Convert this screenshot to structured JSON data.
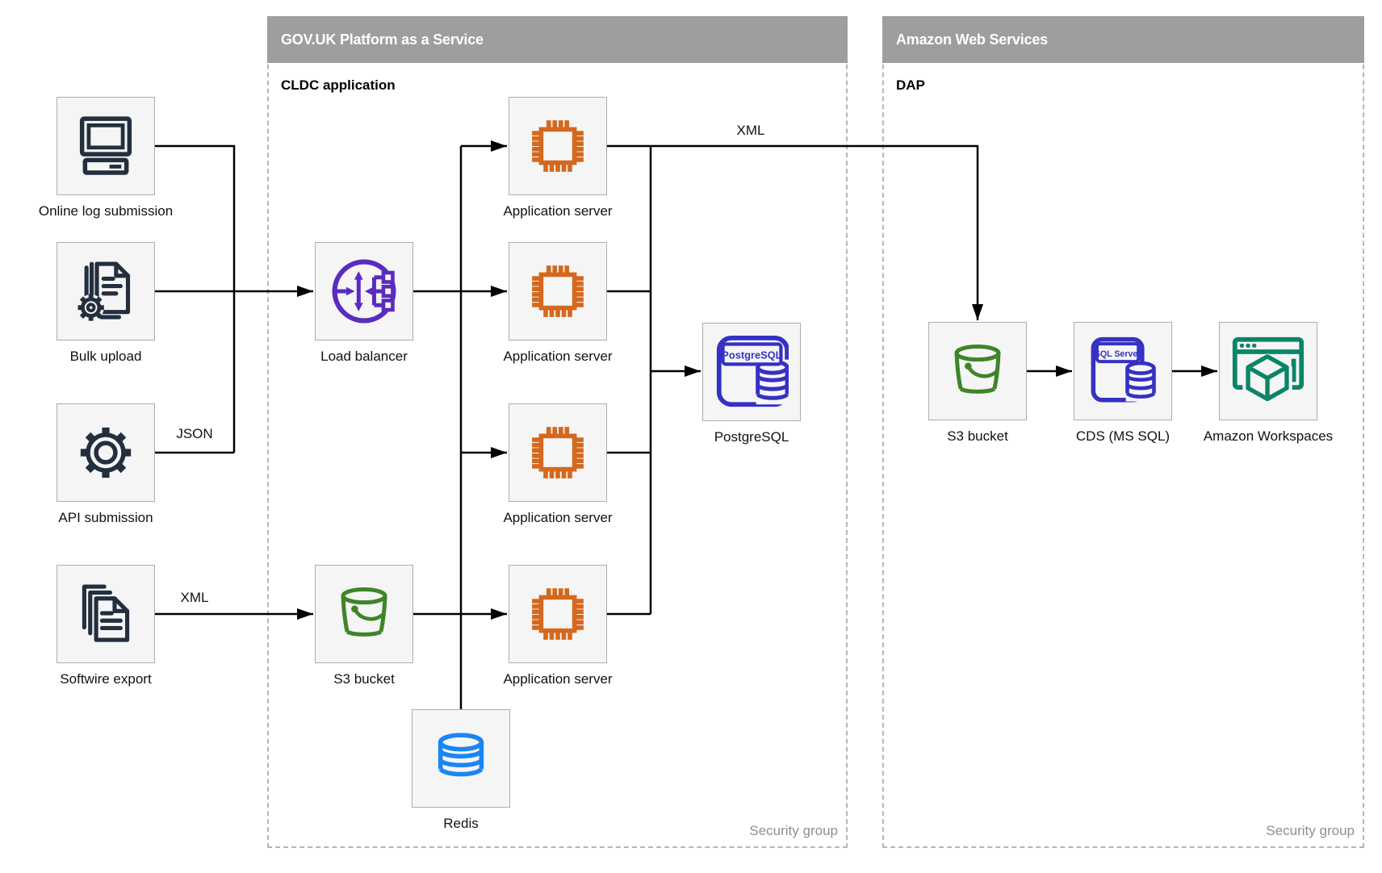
{
  "containers": {
    "paas": {
      "title": "GOV.UK Platform as a Service",
      "subtitle": "CLDC application",
      "footer": "Security group"
    },
    "aws": {
      "title": "Amazon Web Services",
      "subtitle": "DAP",
      "footer": "Security group"
    }
  },
  "nodes": {
    "online_log": {
      "label": "Online log submission"
    },
    "bulk_upload": {
      "label": "Bulk upload"
    },
    "api_submission": {
      "label": "API submission"
    },
    "softwire_export": {
      "label": "Softwire export"
    },
    "load_balancer": {
      "label": "Load balancer"
    },
    "s3_paas": {
      "label": "S3 bucket"
    },
    "redis": {
      "label": "Redis"
    },
    "app_server_1": {
      "label": "Application server"
    },
    "app_server_2": {
      "label": "Application server"
    },
    "app_server_3": {
      "label": "Application server"
    },
    "app_server_4": {
      "label": "Application server"
    },
    "postgresql": {
      "label": "PostgreSQL",
      "icon_text": "PostgreSQL"
    },
    "s3_aws": {
      "label": "S3 bucket"
    },
    "cds": {
      "label": "CDS (MS SQL)",
      "icon_text": "SQL Server"
    },
    "workspaces": {
      "label": "Amazon Workspaces"
    }
  },
  "edge_labels": {
    "json": "JSON",
    "xml_softwire": "XML",
    "xml_to_dap": "XML"
  },
  "colors": {
    "header_bg": "#9e9e9e",
    "header_text": "#ffffff",
    "node_fill": "#f5f5f5",
    "node_border": "#adadad",
    "container_border": "#b5b5b5",
    "connector": "#000000",
    "muted_text": "#8f8f8f",
    "navy": "#232f3e",
    "orange": "#d4681e",
    "purple": "#5b2bc0",
    "green": "#3e8529",
    "indigo": "#3531c4",
    "blue": "#1b86f2",
    "teal": "#0a8567"
  }
}
